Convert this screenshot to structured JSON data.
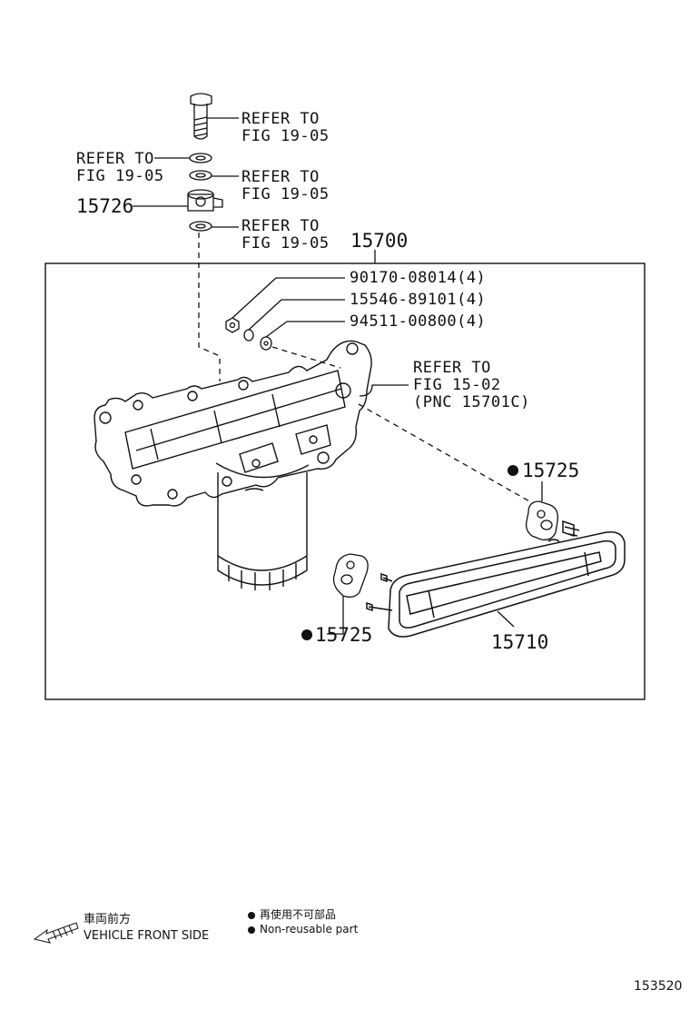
{
  "refers": {
    "r1_line1": "REFER TO",
    "r1_line2": "FIG 19-05",
    "r2_line1": "REFER TO",
    "r2_line2": "FIG 19-05",
    "r3_line1": "REFER TO",
    "r3_line2": "FIG 19-05",
    "r4_line1": "REFER TO",
    "r4_line2": "FIG 19-05",
    "r5_line1": "REFER TO",
    "r5_line2": "FIG 15-02",
    "r5_line3": "(PNC 15701C)"
  },
  "parts": {
    "p15726": "15726",
    "p15700": "15700",
    "p90170": "90170-08014(4)",
    "p15546": "15546-89101(4)",
    "p94511": "94511-00800(4)",
    "p15725a": "15725",
    "p15725b": "15725",
    "p15710": "15710"
  },
  "legend": {
    "front_jp": "車両前方",
    "front_en": "VEHICLE FRONT SIDE",
    "nonreuse_jp": "再使用不可部品",
    "nonreuse_en": "Non-reusable part"
  },
  "figure_number": "153520"
}
